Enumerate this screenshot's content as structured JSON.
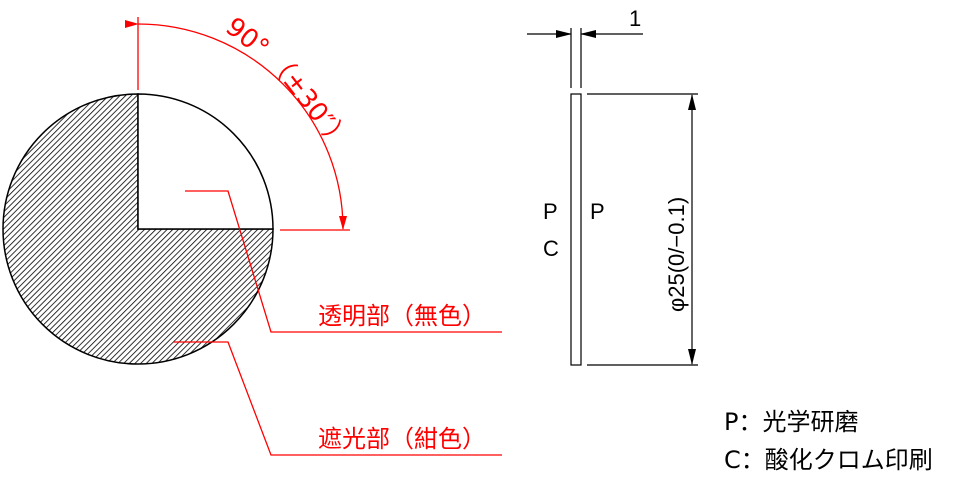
{
  "front_view": {
    "angle_dim": "90°",
    "angle_tol": "（±30″）",
    "label_transparent": "透明部（無色）",
    "label_shading": "遮光部（紺色）"
  },
  "side_view": {
    "thickness": "1",
    "left_face_top": "P",
    "left_face_bottom": "C",
    "right_face": "P",
    "diameter": "φ25(0/−0.1)"
  },
  "legend": {
    "p": "P：光学研磨",
    "c": "C：酸化クロム印刷"
  },
  "colors": {
    "dimension": "#ff0000",
    "outline": "#000000"
  }
}
